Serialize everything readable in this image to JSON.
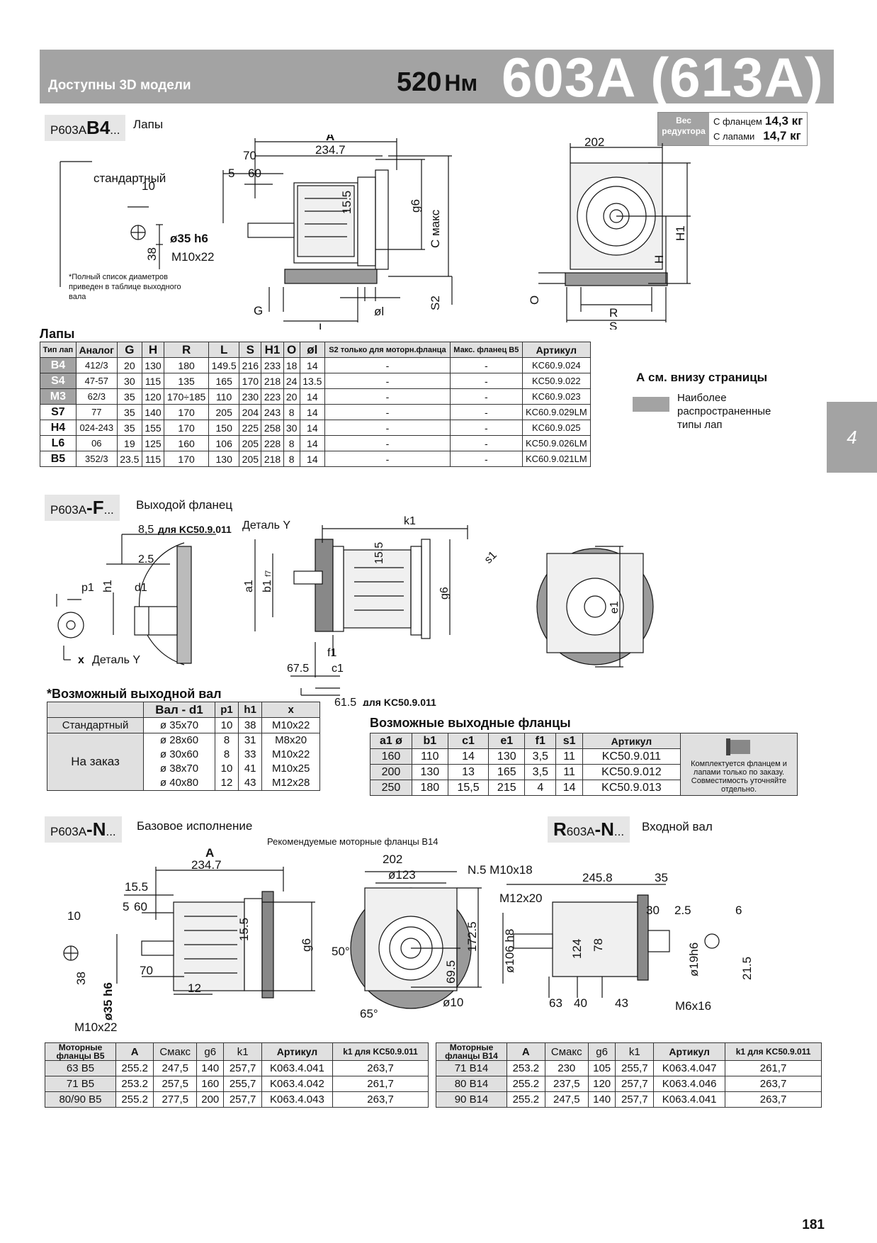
{
  "header": {
    "left": "Доступны 3D модели",
    "torque_num": "520",
    "torque_unit": "Нм",
    "model": "603A (613A)"
  },
  "weight": {
    "label": "Вес редуктора",
    "flange_label": "С фланцем",
    "flange_val": "14,3 кг",
    "feet_label": "С лапами",
    "feet_val": "14,7 кг"
  },
  "sec1": {
    "code_pre": "P603A",
    "code_bold": "B4",
    "code_post": "...",
    "desc": "Лапы"
  },
  "sec2": {
    "code_pre": "P603A",
    "code_bold": "-F",
    "code_post": "...",
    "desc": "Выходой фланец"
  },
  "sec3": {
    "code_pre": "P603A",
    "code_bold": "-N",
    "code_post": "...",
    "desc": "Базовое исполнение"
  },
  "sec4": {
    "code_pre": "603A",
    "code_first": "R",
    "code_bold": "-N",
    "code_post": "...",
    "desc": "Входной вал"
  },
  "feet_title": "Лапы",
  "feet_table": {
    "headers": [
      "Тип лап",
      "Аналог",
      "G",
      "H",
      "R",
      "L",
      "S",
      "H1",
      "O",
      "øl",
      "S2 только для моторн.фланца",
      "Макс. фланец B5",
      "Артикул"
    ],
    "rows": [
      [
        "B4",
        "412/3",
        "20",
        "130",
        "180",
        "149.5",
        "216",
        "233",
        "18",
        "14",
        "-",
        "-",
        "KC60.9.024"
      ],
      [
        "S4",
        "47-57",
        "30",
        "115",
        "135",
        "165",
        "170",
        "218",
        "24",
        "13.5",
        "-",
        "-",
        "KC50.9.022"
      ],
      [
        "M3",
        "62/3",
        "35",
        "120",
        "170÷185",
        "110",
        "230",
        "223",
        "20",
        "14",
        "-",
        "-",
        "KC60.9.023"
      ],
      [
        "S7",
        "77",
        "35",
        "140",
        "170",
        "205",
        "204",
        "243",
        "8",
        "14",
        "-",
        "-",
        "KC60.9.029LM"
      ],
      [
        "H4",
        "024-243",
        "35",
        "155",
        "170",
        "150",
        "225",
        "258",
        "30",
        "14",
        "-",
        "-",
        "KC60.9.025"
      ],
      [
        "L6",
        "06",
        "19",
        "125",
        "160",
        "106",
        "205",
        "228",
        "8",
        "14",
        "-",
        "-",
        "KC50.9.026LM"
      ],
      [
        "B5",
        "352/3",
        "23.5",
        "115",
        "170",
        "130",
        "205",
        "218",
        "8",
        "14",
        "-",
        "-",
        "KC60.9.021LM"
      ]
    ]
  },
  "legend": {
    "a_note": "А см. внизу страницы",
    "swatch_text": "Наиболее распространенные типы лап"
  },
  "side_tab": "4",
  "note_shaft": "*Полный список диаметров приведен в таблице выходного вала",
  "shaft_title": "*Возможный выходной вал",
  "shaft_table": {
    "headers": [
      "",
      "Вал - d1",
      "p1",
      "h1",
      "x"
    ],
    "std": {
      "label": "Стандартный",
      "cells": [
        "ø 35x70",
        "10",
        "38",
        "M10x22"
      ]
    },
    "order_label": "На заказ",
    "order_rows": [
      [
        "ø 28x60",
        "8",
        "31",
        "M8x20"
      ],
      [
        "ø 30x60",
        "8",
        "33",
        "M10x22"
      ],
      [
        "ø 38x70",
        "10",
        "41",
        "M10x25"
      ],
      [
        "ø 40x80",
        "12",
        "43",
        "M12x28"
      ]
    ]
  },
  "flange_title": "Возможные выходные фланцы",
  "flange_table": {
    "headers": [
      "a1 ø",
      "b1",
      "c1",
      "e1",
      "f1",
      "s1",
      "Артикул"
    ],
    "rows": [
      [
        "160",
        "110",
        "14",
        "130",
        "3,5",
        "11",
        "KC50.9.011"
      ],
      [
        "200",
        "130",
        "13",
        "165",
        "3,5",
        "11",
        "KC50.9.012"
      ],
      [
        "250",
        "180",
        "15,5",
        "215",
        "4",
        "14",
        "KC50.9.013"
      ]
    ],
    "note": "Комплектуется фланцем и лапами только по заказу. Совместимость уточняйте отдельно."
  },
  "motor_b5": {
    "headers": [
      "Моторные фланцы B5",
      "A",
      "Смакс",
      "g6",
      "k1",
      "Артикул",
      "k1 для KC50.9.011"
    ],
    "rows": [
      [
        "63 B5",
        "255.2",
        "247,5",
        "140",
        "257,7",
        "K063.4.041",
        "263,7"
      ],
      [
        "71 B5",
        "253.2",
        "257,5",
        "160",
        "255,7",
        "K063.4.042",
        "261,7"
      ],
      [
        "80/90 B5",
        "255.2",
        "277,5",
        "200",
        "257,7",
        "K063.4.043",
        "263,7"
      ]
    ]
  },
  "motor_b14": {
    "headers": [
      "Моторные фланцы B14",
      "A",
      "Смакс",
      "g6",
      "k1",
      "Артикул",
      "k1 для KC50.9.011"
    ],
    "rows": [
      [
        "71 B14",
        "253.2",
        "230",
        "105",
        "255,7",
        "K063.4.047",
        "261,7"
      ],
      [
        "80 B14",
        "255.2",
        "237,5",
        "120",
        "257,7",
        "K063.4.046",
        "263,7"
      ],
      [
        "90 B14",
        "255.2",
        "247,5",
        "140",
        "257,7",
        "K063.4.041",
        "263,7"
      ]
    ]
  },
  "dims1": {
    "A": "A",
    "a234": "234.7",
    "std": "стандартный",
    "d70": "70",
    "d5": "5",
    "d60": "60",
    "d10": "10",
    "d38": "38",
    "shaft": "ø35 h6",
    "thread": "M10x22",
    "d155": "15.5",
    "g6": "g6",
    "cmax": "С макс",
    "G": "G",
    "L": "L",
    "ol": "øl",
    "S2": "S2",
    "d202": "202",
    "H1": "H1",
    "H": "H",
    "O": "O",
    "R": "R",
    "S": "S"
  },
  "dims2": {
    "d85": "8,5",
    "d85b": "для KC50.9.011",
    "detY": "Деталь Y",
    "d25": "2.5",
    "h1": "h1",
    "d1": "d1",
    "p1": "p1",
    "x": "x",
    "detY2": "Деталь Y",
    "k1": "k1",
    "a1": "a1",
    "b1": "b1",
    "f7": "f7",
    "d155": "15.5",
    "g6": "g6",
    "f1": "f1",
    "d675": "67.5",
    "c1": "c1",
    "d615": "61,5",
    "d615b": "для KC50.9.011",
    "s1": "s1",
    "e1": "e1"
  },
  "dims3": {
    "rec": "Рекомендуемые моторные фланцы B14",
    "A": "A",
    "a234": "234.7",
    "d155a": "15.5",
    "d5": "5",
    "d60": "60",
    "d10": "10",
    "d38": "38",
    "d155": "15.5",
    "g6": "g6",
    "d70": "70",
    "d12": "12",
    "shaft": "ø35 h6",
    "thread": "M10x22",
    "d202": "202",
    "d123": "ø123",
    "n5": "N.5 M10x18",
    "a50": "50°",
    "d1725": "172.5",
    "d695": "69.5",
    "d10b": "ø10",
    "a65": "65°"
  },
  "dims4": {
    "d2458": "245.8",
    "d35": "35",
    "m12": "M12x20",
    "d30": "30",
    "d25": "2.5",
    "d6": "6",
    "d106": "ø106 h8",
    "d124": "124",
    "d78": "78",
    "d19": "ø19h6",
    "d215": "21.5",
    "d63": "63",
    "d40": "40",
    "d43": "43",
    "m6": "M6x16"
  },
  "page_number": "181"
}
